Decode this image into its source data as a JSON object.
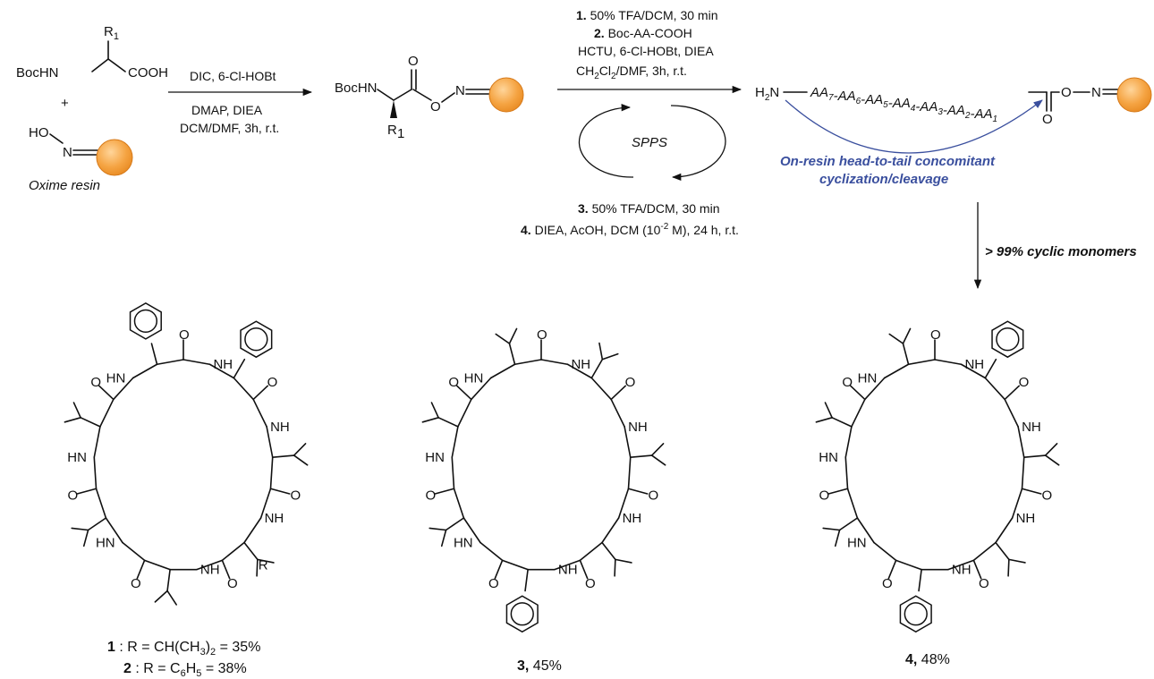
{
  "step1": {
    "boc_aa": {
      "r1": "R",
      "r1_sub": "1",
      "bochn": "BocHN",
      "cooh": "COOH"
    },
    "plus": "+",
    "oxime": {
      "ho": "HO",
      "n": "N",
      "label": "Oxime resin"
    },
    "conditions_top": "DIC, 6-Cl-HOBt",
    "conditions_bottom_1": "DMAP, DIEA",
    "conditions_bottom_2": "DCM/DMF, 3h, r.t."
  },
  "intermediate": {
    "bochn": "BocHN",
    "o_carbonyl": "O",
    "o_ester": "O",
    "n": "N",
    "r1": "R",
    "r1_sub": "1"
  },
  "step2": {
    "line1_num": "1.",
    "line1": " 50% TFA/DCM, 30 min",
    "line2_num": "2.",
    "line2": " Boc-AA-COOH",
    "line3": "HCTU, 6-Cl-HOBt, DIEA",
    "line4_a": "CH",
    "line4_sub1": "2",
    "line4_b": "Cl",
    "line4_sub2": "2",
    "line4_c": "/DMF, 3h, r.t.",
    "cycle_label": "SPPS",
    "line5_num": "3.",
    "line5": " 50% TFA/DCM, 30 min",
    "line6_num": "4.",
    "line6_a": " DIEA, AcOH, DCM (10",
    "line6_sup": "-2",
    "line6_b": " M), 24 h, r.t."
  },
  "peptide": {
    "h2n_h": "H",
    "h2n_sub": "2",
    "h2n_n": "N",
    "chain": [
      {
        "aa": "AA",
        "sub": "7"
      },
      {
        "aa": "-AA",
        "sub": "6"
      },
      {
        "aa": "-AA",
        "sub": "5"
      },
      {
        "aa": "-AA",
        "sub": "4"
      },
      {
        "aa": "-AA",
        "sub": "3"
      },
      {
        "aa": "-AA",
        "sub": "2"
      },
      {
        "aa": "-AA",
        "sub": "1"
      }
    ],
    "o_ester": "O",
    "n": "N",
    "o_carbonyl": "O"
  },
  "cyclization_label_1": "On-resin head-to-tail concomitant",
  "cyclization_label_2": "cyclization/cleavage",
  "yield_arrow_label": "> 99% cyclic monomers",
  "compounds": {
    "c12": {
      "line1_num": "1",
      "line1_a": " : R = CH(CH",
      "line1_sub": "3",
      "line1_b": ")",
      "line1_sub2": "2",
      "line1_c": " = 35%",
      "line2_num": "2",
      "line2_a": " : R = C",
      "line2_sub1": "6",
      "line2_b": "H",
      "line2_sub2": "5",
      "line2_c": " = 38%",
      "r_group": "R"
    },
    "c3": {
      "num": "3,",
      "yield": " 45%"
    },
    "c4": {
      "num": "4,",
      "yield": " 48%"
    }
  },
  "atoms": {
    "o": "O",
    "h": "H",
    "nh": "NH",
    "hn": "HN",
    "n": "N"
  }
}
